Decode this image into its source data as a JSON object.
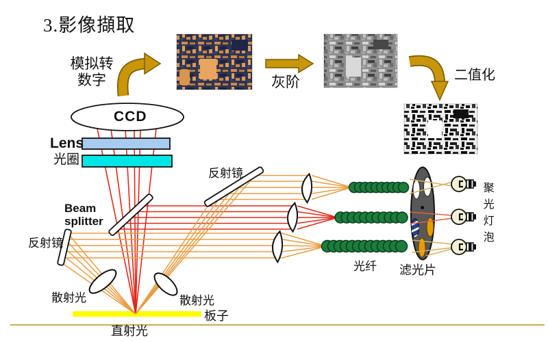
{
  "title": "3.影像擷取",
  "pipeline": {
    "adc_line1": "模拟转",
    "adc_line2": "数字",
    "grayscale": "灰阶",
    "binarize": "二值化"
  },
  "camera": {
    "sensor": "CCD",
    "lens": "Lens",
    "aperture": "光圈"
  },
  "optics": {
    "beam_splitter_line1": "Beam",
    "beam_splitter_line2": "splitter",
    "mirror_left": "反射镜",
    "mirror_top": "反射镜",
    "scattered_left": "散射光",
    "scattered_right": "散射光",
    "direct_light": "直射光",
    "board": "板子",
    "fiber": "光纤",
    "filter": "滤光片",
    "spotlight_bulb": "聚光灯泡"
  },
  "colors": {
    "arrow_gold": "#C9960A",
    "ray_red": "#E02818",
    "ray_orange": "#EA9C40",
    "ray_tan": "#D8AE5A",
    "lens_blue": "#A9CBF0",
    "aperture_cyan": "#00E6E6",
    "board_yellow": "#FDFD00",
    "fiber_green": "#1C7C3C",
    "filter_gray": "#585858",
    "filter_orange": "#E89B00",
    "filter_blue": "#27408F",
    "bulb_cream": "#F6F1D6"
  }
}
